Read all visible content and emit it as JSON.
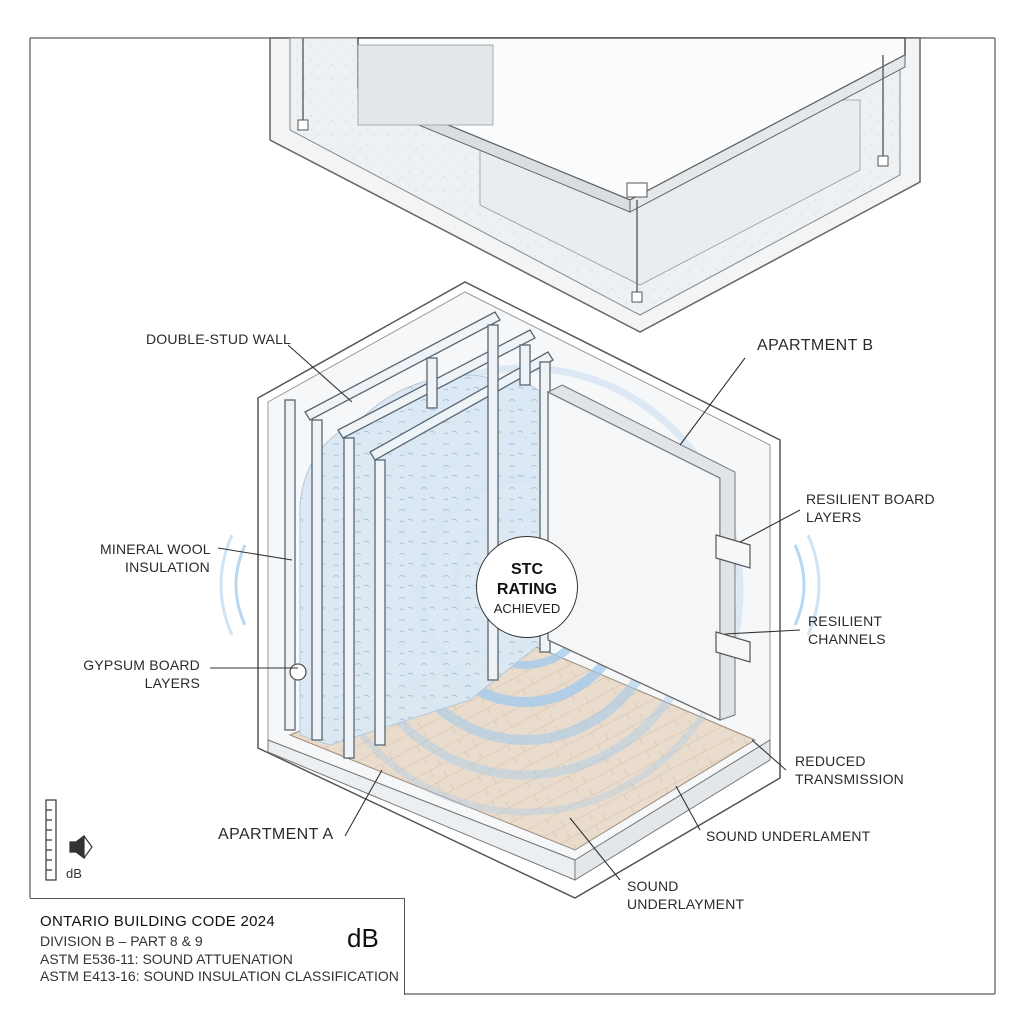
{
  "labels": {
    "double_stud_wall": "DOUBLE-STUD WALL",
    "apartment_b": "APARTMENT B",
    "mineral_wool_1": "MINERAL WOOL",
    "mineral_wool_2": "INSULATION",
    "gypsum_1": "GYPSUM BOARD",
    "gypsum_2": "LAYERS",
    "resilient_board_1": "RESILIENT BOARD",
    "resilient_board_2": "LAYERS",
    "resilient_channels_1": "RESILIENT",
    "resilient_channels_2": "CHANNELS",
    "reduced_1": "REDUCED",
    "reduced_2": "TRANSMISSION",
    "apartment_a": "APARTMENT A",
    "sound_underlayment_right": "SOUND UNDERLAMENT",
    "sound_underlayment_1": "SOUND",
    "sound_underlayment_2": "UNDERLAYMENT"
  },
  "badge": {
    "line1": "STC",
    "line2": "RATING",
    "line3": "ACHIEVED"
  },
  "meter": {
    "unit_label": "dB"
  },
  "title_block": {
    "title": "ONTARIO BUILDING CODE 2024",
    "line1": "DIVISION B – PART 8 & 9",
    "line2": "ASTM E536-11: SOUND ATTUENATION",
    "line3": "ASTM E413-16: SOUND INSULATION CLASSIFICATION",
    "unit": "dB"
  },
  "colors": {
    "sound_wave": "#9fcaed",
    "floor_wood": "#e9d8c8",
    "outline": "#555555"
  }
}
